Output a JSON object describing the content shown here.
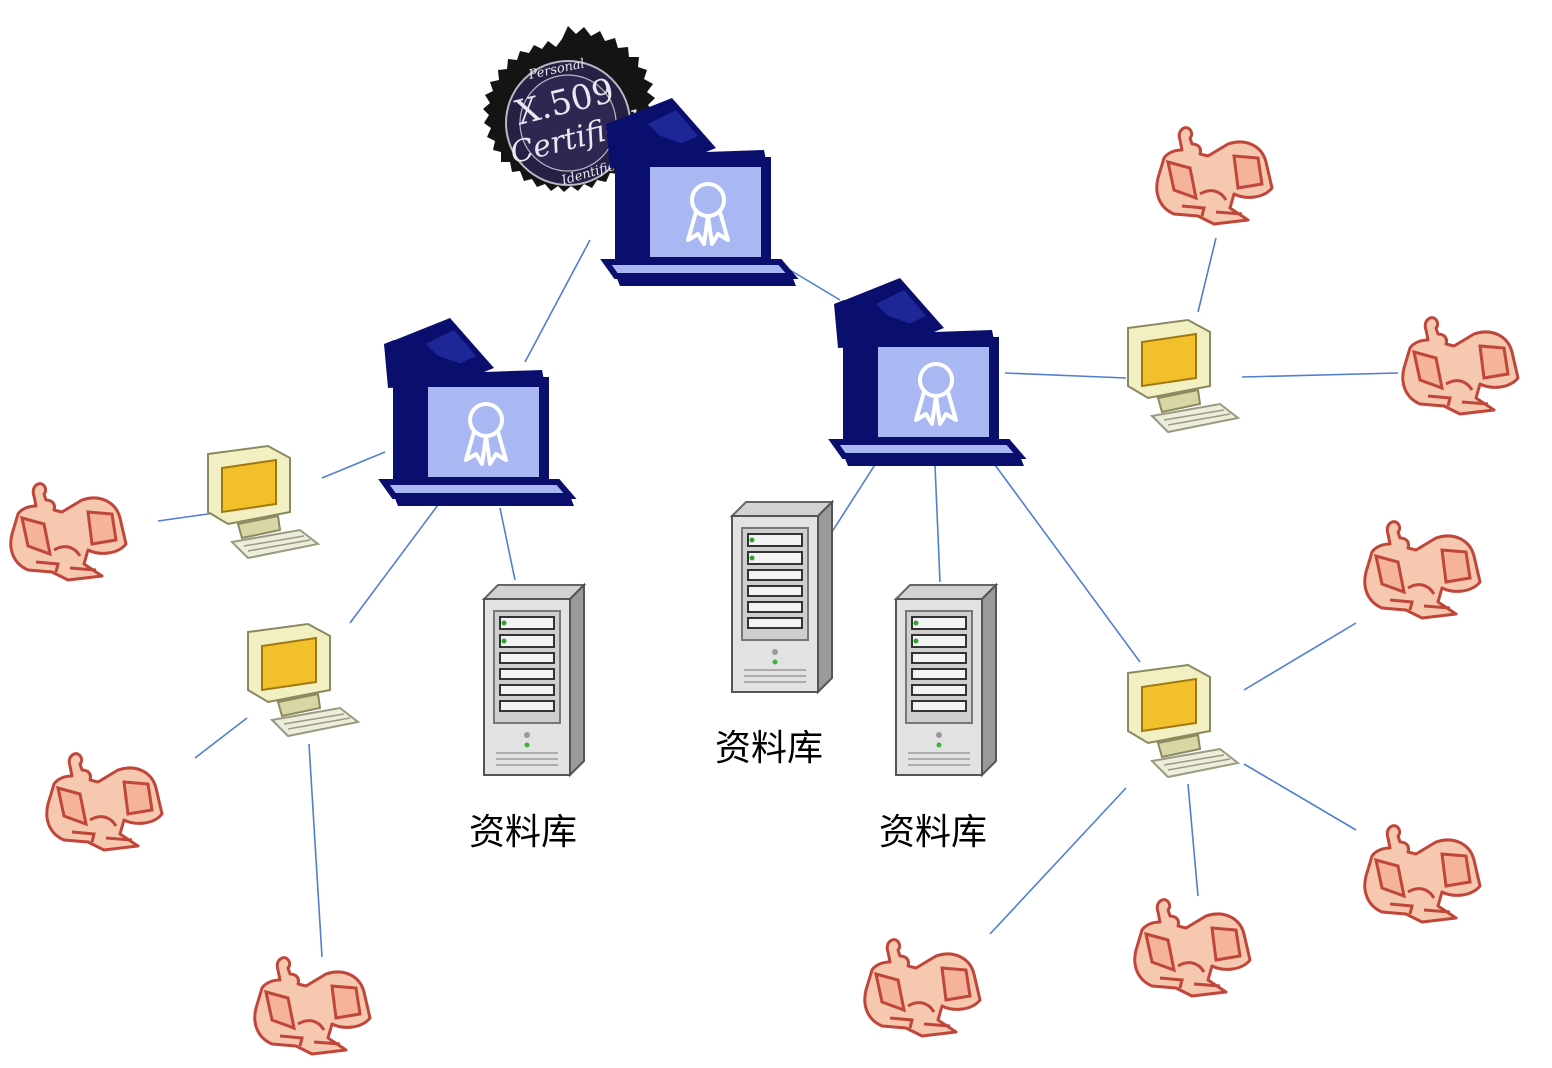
{
  "seal": {
    "ring_text": "Personal",
    "line1": "X.509",
    "line2": "Certified",
    "ring_text_bottom": "Identified"
  },
  "databases": {
    "left_label": "资料库",
    "middle_label": "资料库",
    "right_label": "资料库"
  },
  "colors": {
    "ca_dark": "#0a0f6e",
    "ca_light": "#a9b8f2",
    "link_line": "#4f7fcf",
    "person_fill": "#f6c8b0",
    "person_stroke": "#c0463a",
    "workstation_screen": "#f2c02a"
  }
}
